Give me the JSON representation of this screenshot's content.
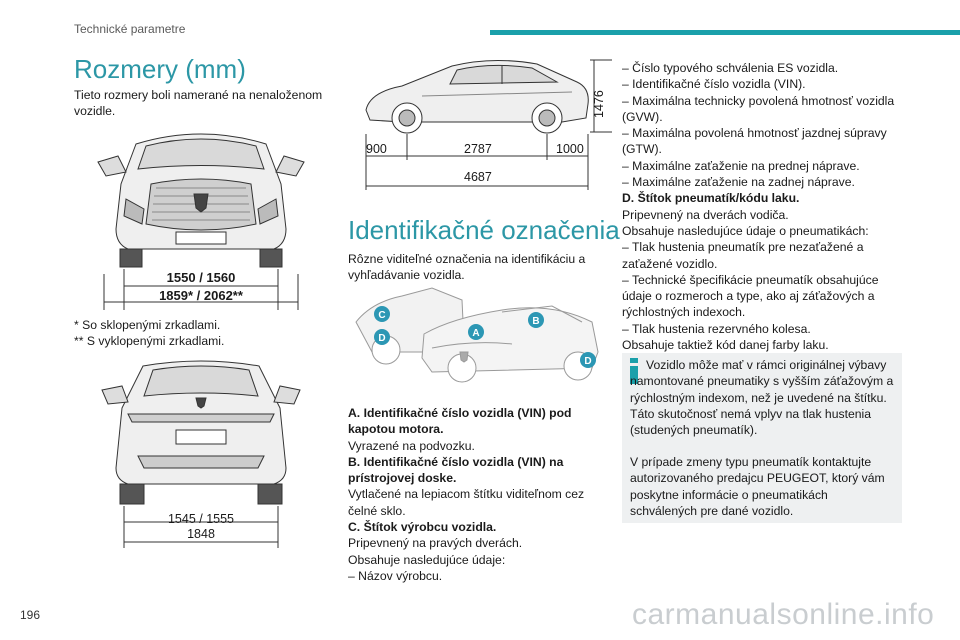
{
  "header": {
    "section": "Technické parametre",
    "accent_color": "#1aa0aa"
  },
  "page_number": "196",
  "watermark": "carmanualsonline.info",
  "left": {
    "title": "Rozmery (mm)",
    "intro": "Tieto rozmery boli namerané na nenaloženom vozidle.",
    "front_view": {
      "track": "1550 / 1560",
      "width": "1859* / 2062**"
    },
    "notes": [
      "* So sklopenými zrkadlami.",
      "** S vyklopenými zrkadlami."
    ],
    "rear_view": {
      "track": "1545 / 1555",
      "width": "1848"
    }
  },
  "middle": {
    "side_view": {
      "height": "1476",
      "front_overhang": "900",
      "wheelbase": "2787",
      "rear_overhang": "1000",
      "length": "4687"
    },
    "title": "Identifikačné označenia",
    "intro": "Rôzne viditeľné označenia na identifikáciu a vyhľadávanie vozidla.",
    "markers": [
      "C",
      "D",
      "A",
      "B",
      "D"
    ],
    "marker_color": "#2c97b4",
    "paragraphs": [
      {
        "bold": true,
        "text": "A. Identifikačné číslo vozidla (VIN) pod kapotou motora."
      },
      {
        "bold": false,
        "text": "Vyrazené na podvozku."
      },
      {
        "bold": true,
        "text": "B. Identifikačné číslo vozidla (VIN) na prístrojovej doske."
      },
      {
        "bold": false,
        "text": "Vytlačené na lepiacom štítku viditeľnom cez čelné sklo."
      },
      {
        "bold": true,
        "text": "C. Štítok výrobcu vozidla."
      },
      {
        "bold": false,
        "text": "Pripevnený na pravých dverách."
      },
      {
        "bold": false,
        "text": "Obsahuje nasledujúce údaje:"
      },
      {
        "bold": false,
        "text": "– Názov výrobcu."
      }
    ]
  },
  "right": {
    "paragraphs": [
      {
        "bold": false,
        "text": "– Číslo typového schválenia ES vozidla."
      },
      {
        "bold": false,
        "text": "– Identifikačné číslo vozidla (VIN)."
      },
      {
        "bold": false,
        "text": "– Maximálna technicky povolená hmotnosť vozidla (GVW)."
      },
      {
        "bold": false,
        "text": "– Maximálna povolená hmotnosť jazdnej súpravy (GTW)."
      },
      {
        "bold": false,
        "text": "– Maximálne zaťaženie na prednej náprave."
      },
      {
        "bold": false,
        "text": "– Maximálne zaťaženie na zadnej náprave."
      },
      {
        "bold": true,
        "text": "D. Štítok pneumatík/kódu laku."
      },
      {
        "bold": false,
        "text": "Pripevnený na dverách vodiča."
      },
      {
        "bold": false,
        "text": "Obsahuje nasledujúce údaje o pneumatikách:"
      },
      {
        "bold": false,
        "text": "– Tlak hustenia pneumatík pre nezaťažené a zaťažené vozidlo."
      },
      {
        "bold": false,
        "text": "– Technické špecifikácie pneumatík obsahujúce údaje o rozmeroch a type, ako aj záťažových a rýchlostných indexoch."
      },
      {
        "bold": false,
        "text": "– Tlak hustenia rezervného kolesa."
      },
      {
        "bold": false,
        "text": "Obsahuje taktiež kód danej farby laku."
      }
    ],
    "info": {
      "icon": "info-icon",
      "p1": "Vozidlo môže mať v rámci originálnej výbavy namontované pneumatiky s vyšším záťažovým a rýchlostným indexom, než je uvedené na štítku. Táto skutočnosť nemá vplyv na tlak hustenia (studených pneumatík).",
      "p2": "V prípade zmeny typu pneumatík kontaktujte autorizovaného predajcu PEUGEOT, ktorý vám poskytne informácie o pneumatikách schválených pre dané vozidlo."
    }
  }
}
